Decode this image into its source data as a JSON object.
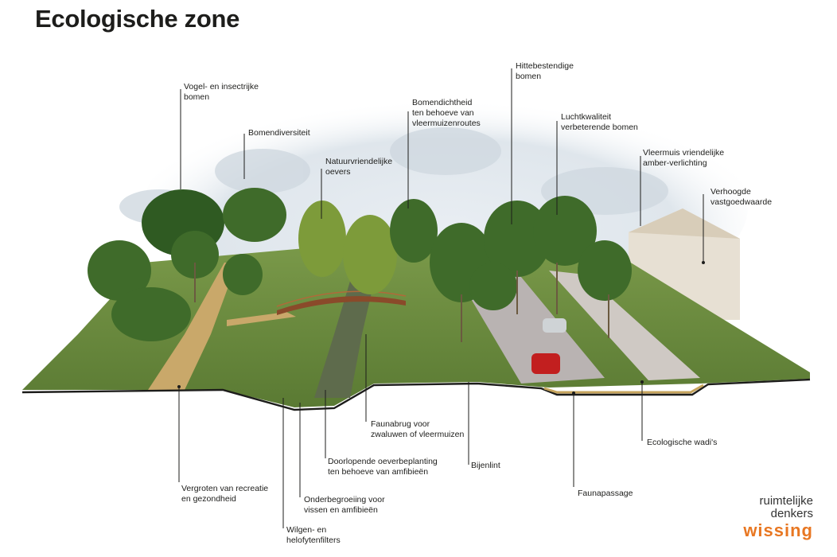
{
  "title": "Ecologische zone",
  "labels": {
    "vogel": "Vogel- en insectrijke\nbomen",
    "bomendiversiteit": "Bomendiversiteit",
    "oevers": "Natuurvriendelijke\noevers",
    "bomendichtheid": "Bomendichtheid\nten behoeve van\nvleermuizenroutes",
    "hittebestendige": "Hittebestendige\nbomen",
    "luchtkwaliteit": "Luchtkwaliteit\nverbeterende bomen",
    "vleermuis": "Vleermuis vriendelijke\namber-verlichting",
    "vastgoed": "Verhoogde\nvastgoedwaarde",
    "recreatie": "Vergroten van recreatie\nen gezondheid",
    "wilgen": "Wilgen- en\nhelofytenfilters",
    "onderbegroeiing": "Onderbegroeiing voor\nvissen en amfibieën",
    "oeverbeplanting": "Doorlopende oeverbeplanting\nten behoeve van amfibieën",
    "faunabrug": "Faunabrug voor\nzwaluwen of vleermuizen",
    "bijenlint": "Bijenlint",
    "faunapassage": "Faunapassage",
    "wadis": "Ecologische wadi's"
  },
  "logo": {
    "line1": "ruimtelijke",
    "line2": "denkers",
    "brand": "wissing"
  },
  "colors": {
    "brand": "#e87722",
    "text": "#1d1d1b"
  }
}
